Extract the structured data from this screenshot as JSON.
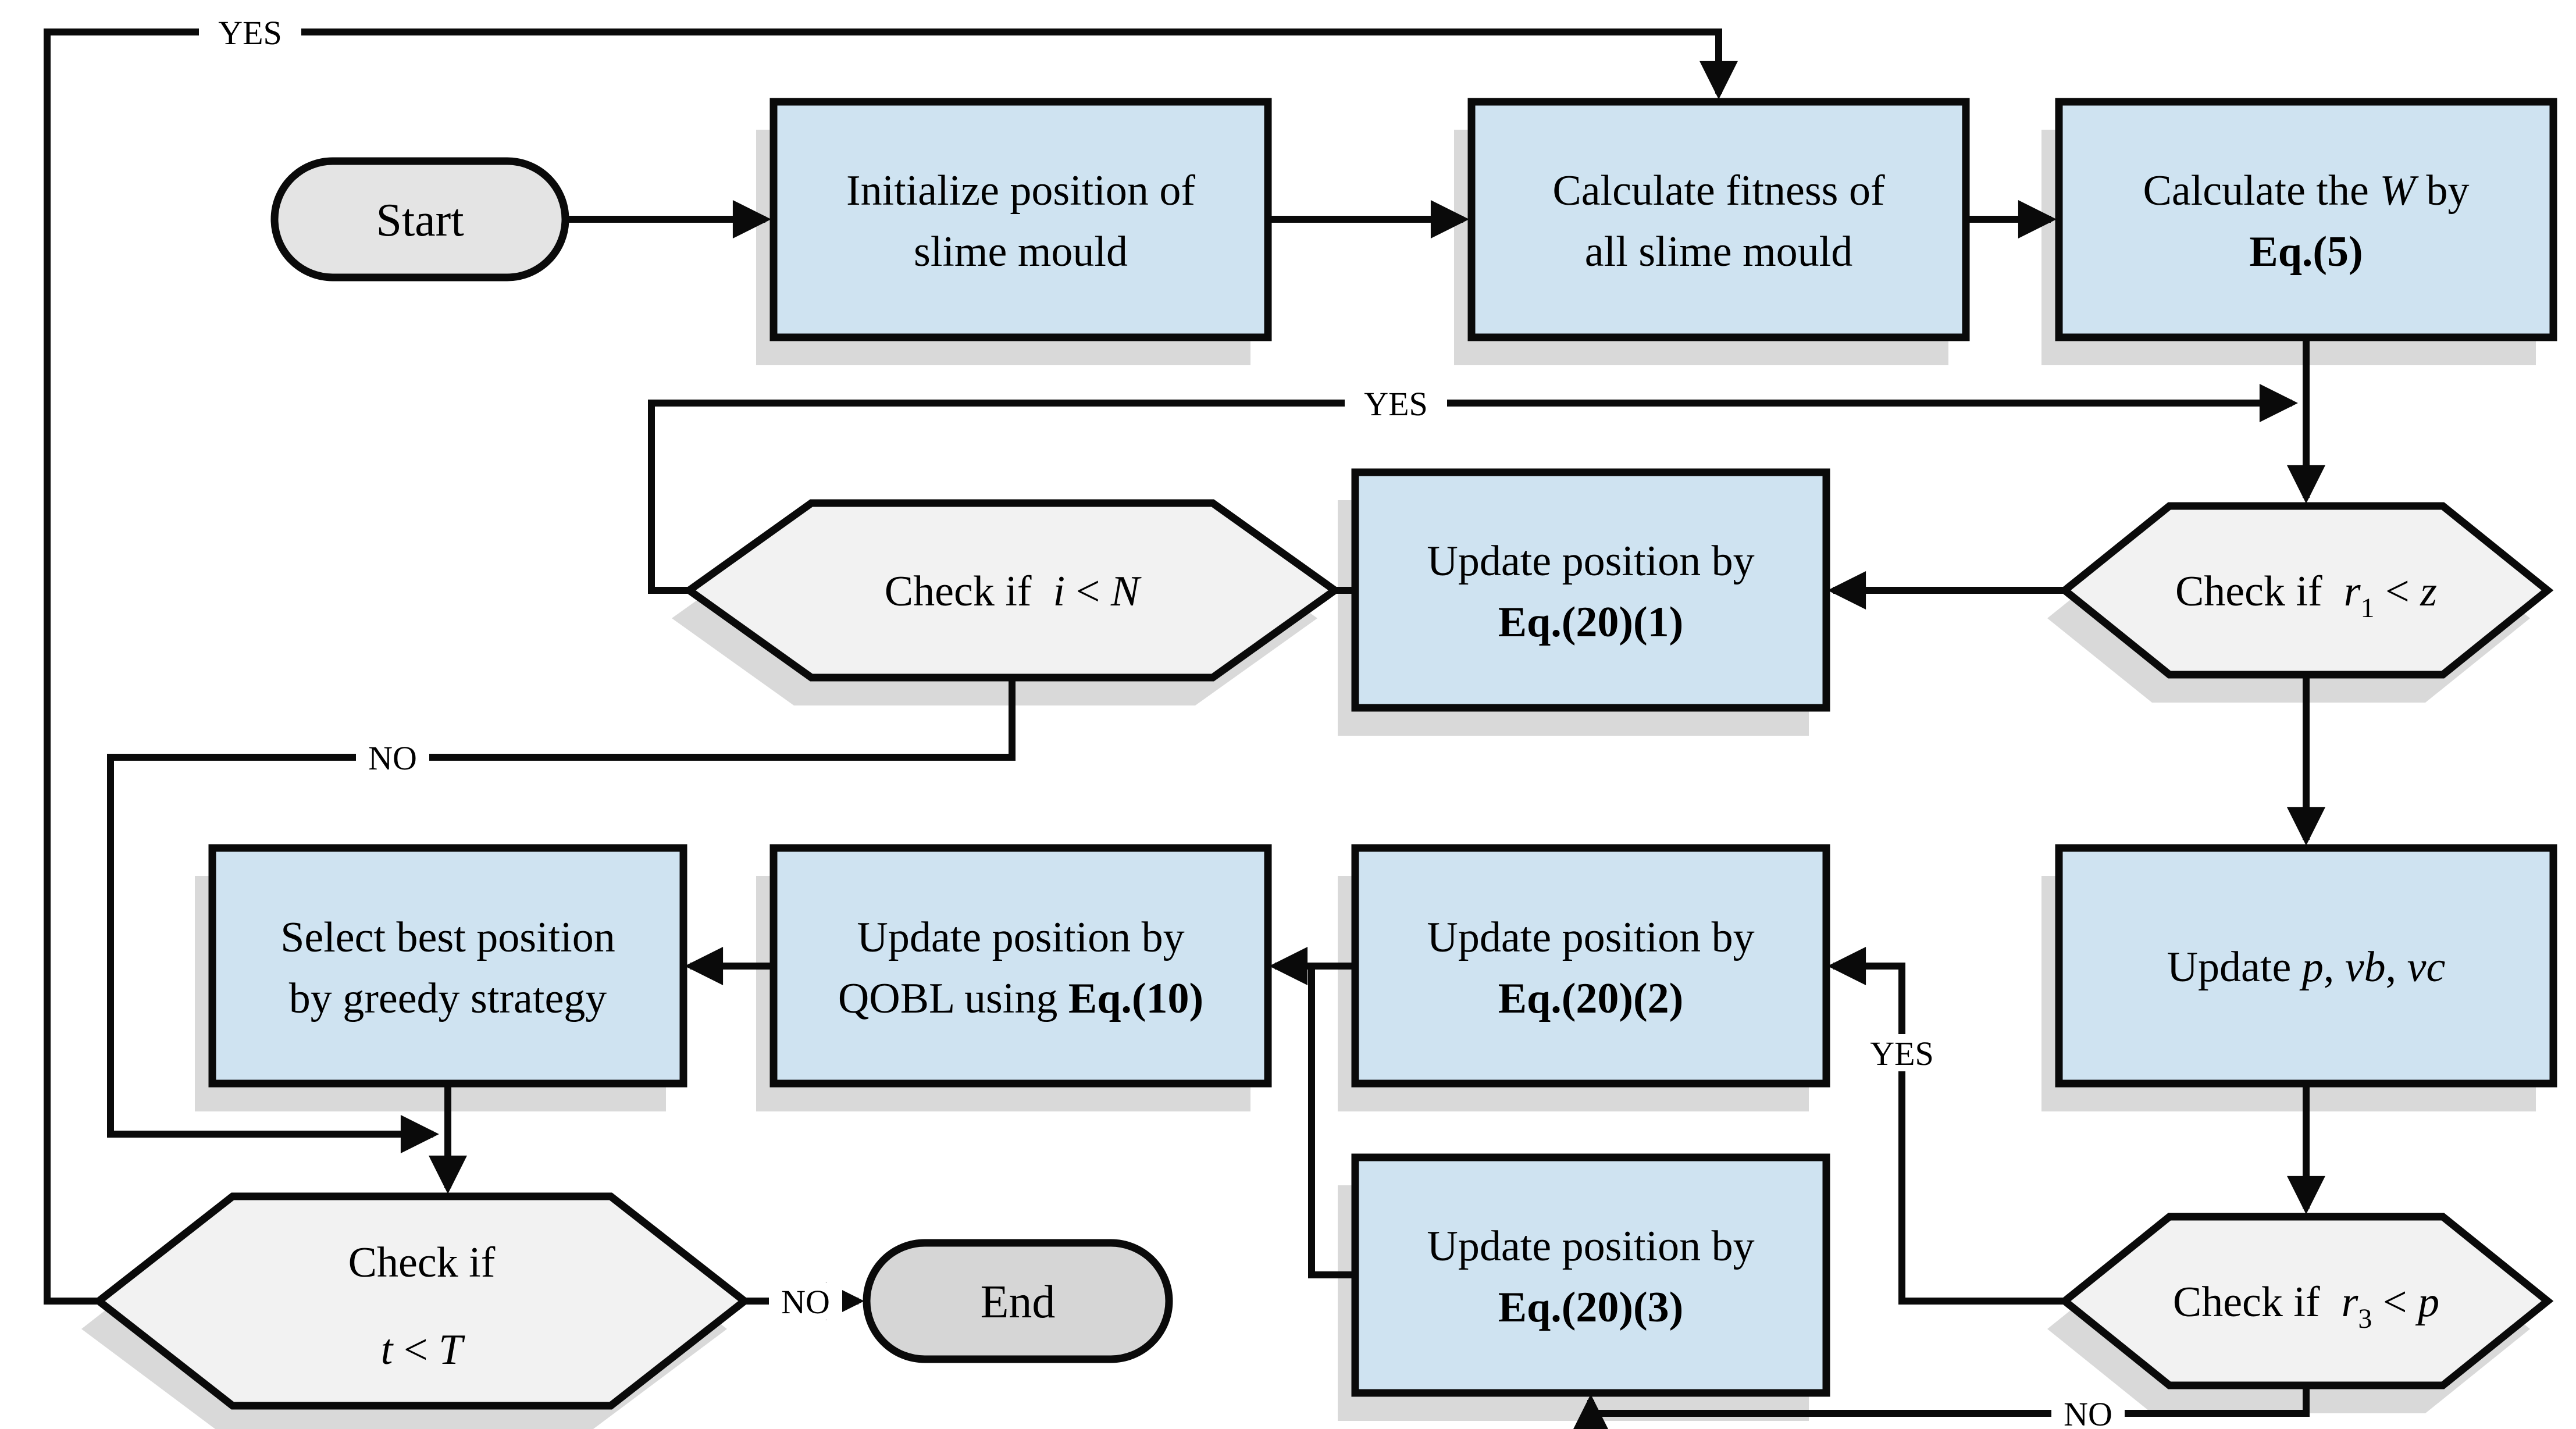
{
  "diagram": {
    "colors": {
      "process_fill": "#cfe3f1",
      "decision_fill": "#f2f2f2",
      "start_fill": "#e4e4e4",
      "end_fill": "#d6d6d6",
      "stroke": "#0a0a0a",
      "shadow": "#d9d9d9",
      "background": "#ffffff"
    },
    "nodes": {
      "start": {
        "label": "Start"
      },
      "init": {
        "line1": "Initialize position of",
        "line2": "slime mould"
      },
      "fitness": {
        "line1": "Calculate fitness of",
        "line2": "all slime mould"
      },
      "calc_w": {
        "line1_pre": "Calculate the ",
        "line1_var": "W",
        "line1_post": " by",
        "line2": "Eq.(5)"
      },
      "check_i": {
        "pre": "Check if  ",
        "var1": "i",
        "mid": " < ",
        "var2": "N"
      },
      "eq201": {
        "line1": "Update position by",
        "line2": "Eq.(20)(1)"
      },
      "check_r1": {
        "pre": "Check if  ",
        "var1": "r",
        "sub": "1",
        "mid": " < ",
        "var2": "z"
      },
      "select": {
        "line1": "Select best position",
        "line2": "by greedy strategy"
      },
      "qobl": {
        "line1": "Update position by",
        "line2_pre": "QOBL using ",
        "line2_eq": "Eq.(10)"
      },
      "eq202": {
        "line1": "Update position by",
        "line2": "Eq.(20)(2)"
      },
      "pvbvc": {
        "pre": "Update ",
        "var1": "p",
        "sep1": ", ",
        "var2": "vb",
        "sep2": ", ",
        "var3": "vc"
      },
      "eq203": {
        "line1": "Update position by",
        "line2": "Eq.(20)(3)"
      },
      "check_r3": {
        "pre": "Check if  ",
        "var1": "r",
        "sub": "3",
        "mid": " < ",
        "var2": "p"
      },
      "check_t": {
        "line1": "Check if",
        "line2_var1": "t",
        "line2_mid": " < ",
        "line2_var2": "T"
      },
      "end": {
        "label": "End"
      }
    },
    "edge_labels": {
      "yes_top": "YES",
      "yes_mid": "YES",
      "no_i": "NO",
      "yes_r3": "YES",
      "no_r3": "NO",
      "no_t": "NO"
    }
  }
}
